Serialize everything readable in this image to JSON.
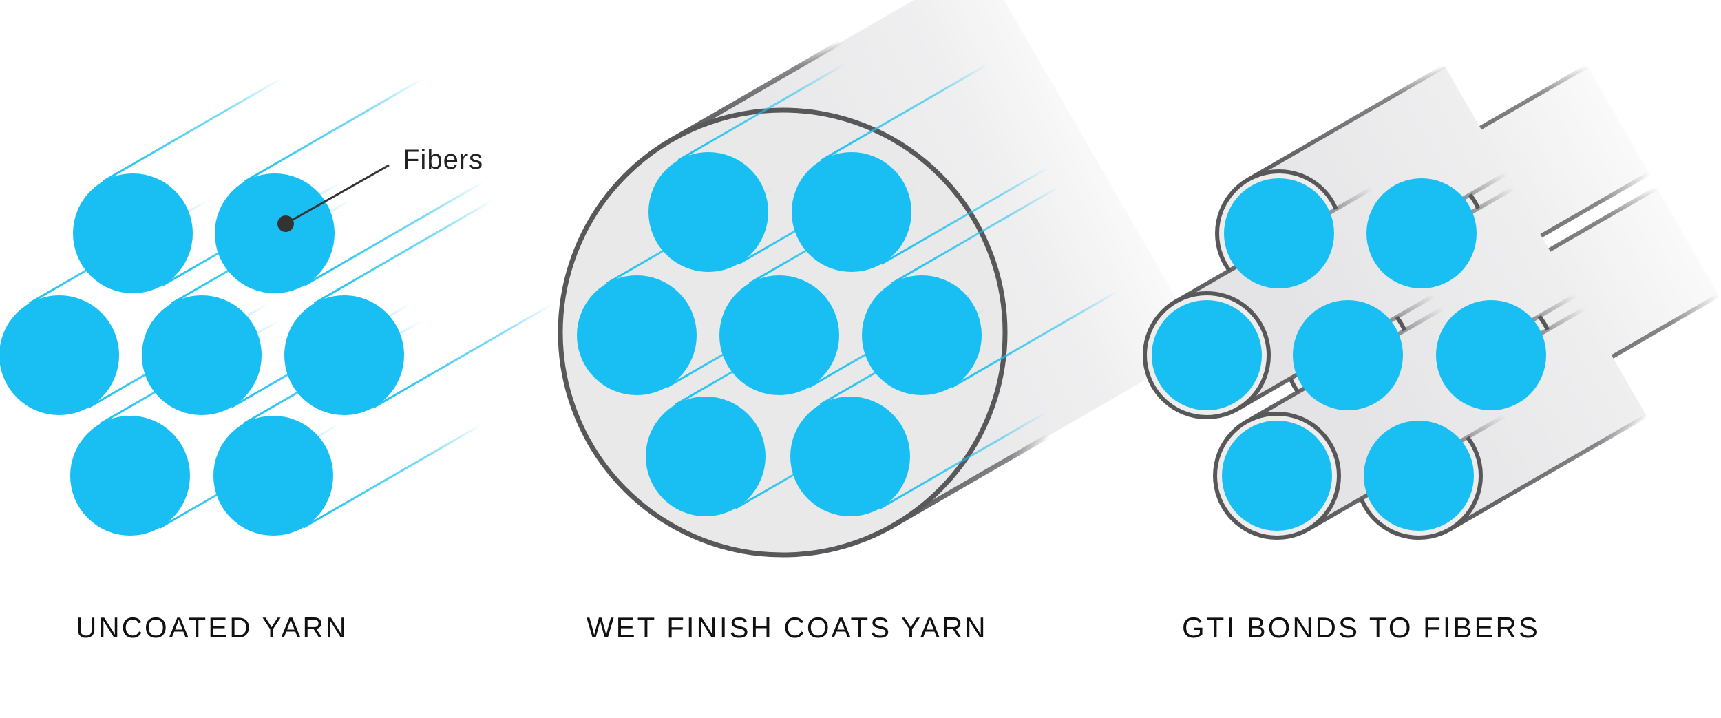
{
  "callout": {
    "label": "Fibers"
  },
  "panels": [
    {
      "caption": "UNCOATED YARN",
      "type": "uncoated"
    },
    {
      "caption": "WET FINISH COATS YARN",
      "type": "coated"
    },
    {
      "caption": "GTI BONDS TO FIBERS",
      "type": "bonded"
    }
  ],
  "colors": {
    "fiber": "#19bff2",
    "fiber_streak": "#4fc3ee",
    "outline": "#58585b",
    "tube_fill": "#ebebec",
    "callout_line": "#333333",
    "text": "#111111"
  }
}
